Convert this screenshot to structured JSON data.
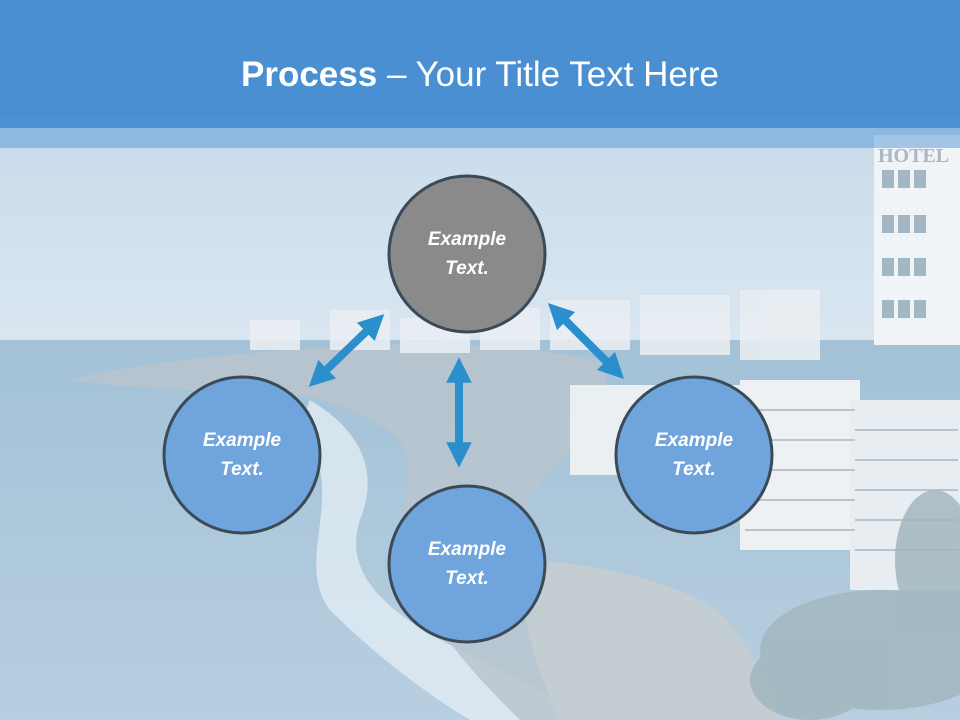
{
  "title": {
    "bold": "Process",
    "rest": " – Your Title Text Here"
  },
  "nodes": [
    {
      "line1": "Example",
      "line2": "Text."
    },
    {
      "line1": "Example",
      "line2": "Text."
    },
    {
      "line1": "Example",
      "line2": "Text."
    },
    {
      "line1": "Example",
      "line2": "Text."
    }
  ],
  "background": {
    "sign": "HOTEL"
  },
  "colors": {
    "title_band": "#4a8fd2",
    "center_node": "#8a8a8a",
    "outer_node": "#6fa4dc",
    "node_stroke": "#3c4a57",
    "arrow": "#2c8fcd"
  }
}
